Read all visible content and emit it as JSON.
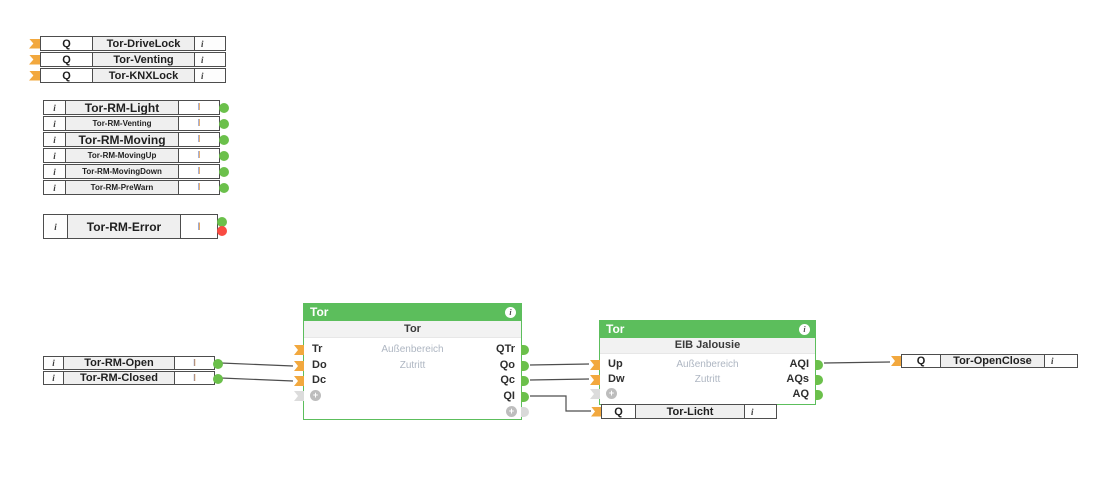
{
  "canvas": {
    "background": "#ffffff"
  },
  "colors": {
    "block_green": "#5cbe5c",
    "pin_orange": "#f2a83e",
    "port_green": "#6bc04b",
    "error_red": "#f94b42",
    "wire": "#4d4d4d",
    "cell_gray": "#efefef",
    "muted_zone_label": "#aeb6c2"
  },
  "outputs_top": [
    {
      "port": "Q",
      "label": "Tor-DriveLock",
      "info": "i"
    },
    {
      "port": "Q",
      "label": "Tor-Venting",
      "info": "i"
    },
    {
      "port": "Q",
      "label": "Tor-KNXLock",
      "info": "i"
    }
  ],
  "inputs_rm": [
    {
      "info": "i",
      "label": "Tor-RM-Light",
      "port": "I"
    },
    {
      "info": "i",
      "label": "Tor-RM-Venting",
      "port": "I"
    },
    {
      "info": "i",
      "label": "Tor-RM-Moving",
      "port": "I"
    },
    {
      "info": "i",
      "label": "Tor-RM-MovingUp",
      "port": "I"
    },
    {
      "info": "i",
      "label": "Tor-RM-MovingDown",
      "port": "I"
    },
    {
      "info": "i",
      "label": "Tor-RM-PreWarn",
      "port": "I"
    }
  ],
  "input_error": {
    "info": "i",
    "label": "Tor-RM-Error",
    "port": "I"
  },
  "inputs_door": [
    {
      "info": "i",
      "label": "Tor-RM-Open",
      "port": "I"
    },
    {
      "info": "i",
      "label": "Tor-RM-Closed",
      "port": "I"
    }
  ],
  "block_tor": {
    "header": "Tor",
    "info": "i",
    "title": "Tor",
    "inputs": [
      "Tr",
      "Do",
      "Dc"
    ],
    "zone_labels": [
      "Außenbereich",
      "Zutritt"
    ],
    "outputs": [
      "QTr",
      "Qo",
      "Qc",
      "QI"
    ],
    "add": "+"
  },
  "block_jalousie": {
    "header": "Tor",
    "info": "i",
    "title": "EIB Jalousie",
    "inputs": [
      "Up",
      "Dw"
    ],
    "zone_labels": [
      "Außenbereich",
      "Zutritt"
    ],
    "outputs": [
      "AQI",
      "AQs",
      "AQ"
    ],
    "add": "+"
  },
  "output_licht": {
    "port": "Q",
    "label": "Tor-Licht",
    "info": "i"
  },
  "output_openclose": {
    "port": "Q",
    "label": "Tor-OpenClose",
    "info": "i"
  }
}
